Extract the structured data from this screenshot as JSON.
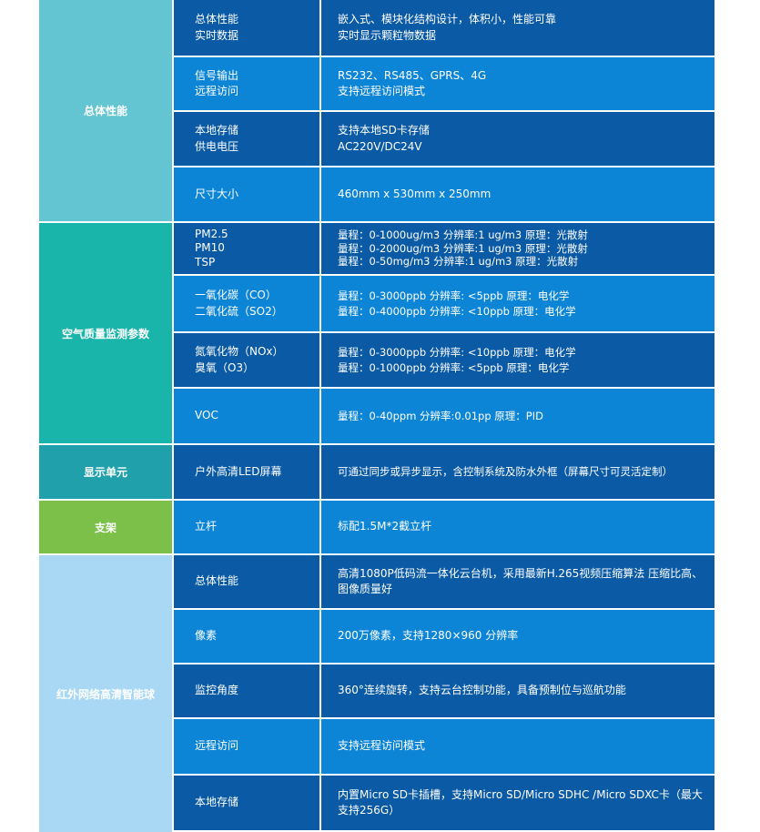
{
  "groups": [
    {
      "title": "总体性能",
      "color": "#63c5d2"
    },
    {
      "title": "空气质量监测参数",
      "color": "#19b4aa"
    },
    {
      "title": "显示单元",
      "color": "#20a0aa"
    },
    {
      "title": "支架",
      "color": "#7cc04a"
    },
    {
      "title": "红外网络高清智能球",
      "color": "#a8d8f3"
    }
  ],
  "rows": [
    {
      "names": [
        "总体性能",
        "实时数据"
      ],
      "values": [
        "嵌入式、模块化结构设计，体积小，性能可靠",
        "实时显示颗粒物数据"
      ]
    },
    {
      "names": [
        "信号输出",
        "远程访问"
      ],
      "values": [
        "RS232、RS485、GPRS、4G",
        "支持远程访问模式"
      ]
    },
    {
      "names": [
        "本地存储",
        "供电电压"
      ],
      "values": [
        "支持本地SD卡存储",
        "AC220V/DC24V"
      ]
    },
    {
      "names": [
        "尺寸大小"
      ],
      "values": [
        "460mm x 530mm x 250mm"
      ]
    },
    {
      "names": [
        "PM2.5",
        "PM10",
        "TSP"
      ],
      "values": [
        "量程：0-1000ug/m3  分辨率:1 ug/m3  原理：光散射",
        "量程：0-2000ug/m3  分辨率:1 ug/m3  原理：光散射",
        "量程：0-50mg/m3  分辨率:1 ug/m3  原理：光散射"
      ]
    },
    {
      "names": [
        "一氧化碳（CO）",
        "二氧化硫（SO2）"
      ],
      "values": [
        "量程：0-3000ppb  分辨率: <5ppb  原理：电化学",
        "量程：0-4000ppb  分辨率: <10ppb  原理：电化学"
      ]
    },
    {
      "names": [
        "氮氧化物（NOx）",
        "臭氧（O3）"
      ],
      "values": [
        "量程：0-3000ppb  分辨率: <10ppb  原理：电化学",
        "量程：0-1000ppb  分辨率: <5ppb  原理：电化学"
      ]
    },
    {
      "names": [
        "VOC"
      ],
      "values": [
        "量程：0-40ppm   分辨率:0.01pp  原理：PID"
      ]
    },
    {
      "names": [
        "户外高清LED屏幕"
      ],
      "values": [
        "可通过同步或异步显示，含控制系统及防水外框（屏幕尺寸可灵活定制）"
      ]
    },
    {
      "names": [
        "立杆"
      ],
      "values": [
        "标配1.5M*2截立杆"
      ]
    },
    {
      "names": [
        "总体性能"
      ],
      "values": [
        "高清1080P低码流一体化云台机，采用最新H.265视频压缩算法 压缩比高、图像质量好"
      ]
    },
    {
      "names": [
        "像素"
      ],
      "values": [
        "200万像素，支持1280×960 分辨率"
      ]
    },
    {
      "names": [
        "监控角度"
      ],
      "values": [
        "360°连续旋转，支持云台控制功能，具备预制位与巡航功能"
      ]
    },
    {
      "names": [
        "远程访问"
      ],
      "values": [
        "支持远程访问模式"
      ]
    },
    {
      "names": [
        "本地存储"
      ],
      "values": [
        "内置Micro SD卡插槽，支持Micro SD/Micro SDHC /Micro SDXC卡（最大支持256G）"
      ]
    }
  ]
}
